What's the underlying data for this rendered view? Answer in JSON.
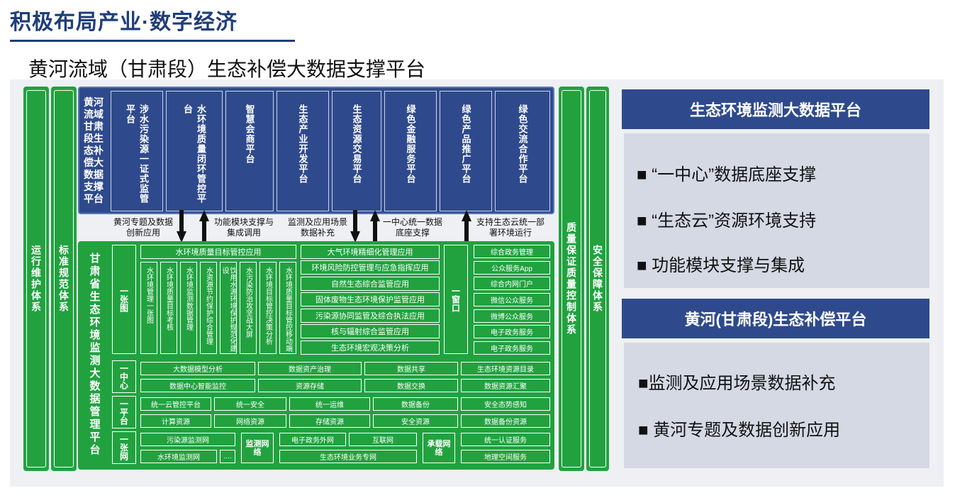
{
  "header": {
    "title": "积极布局产业·数字经济",
    "subtitle": "黄河流域（甘肃段）生态补偿大数据支撑平台"
  },
  "side_columns": {
    "left1": "运行维护体系",
    "left2": "标准规范体系",
    "right1": "质量保证质量控制体系",
    "right2": "安全保障体系"
  },
  "top_platform": {
    "label": "黄河流域甘肃段生态补偿大数据支撑平台",
    "cells": [
      "涉水污染源一证式监管平台",
      "水环境质量闭环管控平台",
      "智慧会商平台",
      "生态产业开发平台",
      "生态资源交易平台",
      "绿色金融服务平台",
      "绿色产品推广平台",
      "绿色交流合作平台"
    ]
  },
  "connectors": {
    "t1": "黄河专题及数据创新应用",
    "t2": "功能模块支撑与集成调用",
    "t3": "监测及应用场景数据补充",
    "t4": "一中心统一数据底座支撑",
    "t5": "支持生态云统一部署环境运行"
  },
  "bottom_platform": {
    "label": "甘肃省生态环境监测大数据管理平台",
    "one_map": "一张图",
    "one_center": "一中心",
    "one_platform": "一平台",
    "one_net": "一张网",
    "one_window": "一窗口",
    "water_header": "水环境质量目标管控应用",
    "water_cols": [
      "水环境管理一张图",
      "水环境质量目标考核",
      "水环境监测数据管理",
      "水资源节约保护综合管理",
      "饮用水源环境保护规范化建设",
      "水污染防治攻坚战大屏",
      "水环境目标管控决策分析",
      "水环境质量目标管控移动端"
    ],
    "apps": [
      "大气环境精细化管理应用",
      "环境风险防控管理与应急指挥应用",
      "自然生态综合监管应用",
      "固体废物生态环境保护监管应用",
      "污染源协同监管及综合执法应用",
      "核与辐射综合监管应用",
      "生态环境宏观决策分析"
    ],
    "window_items": [
      "综合政务管理",
      "公众服务App",
      "综合内网门户",
      "微信公众服务",
      "微博公众服务",
      "电子政务服务",
      "电子政务服务"
    ],
    "center_row1": [
      "大数据模型分析",
      "数据资产治理",
      "数据共享",
      "生态环境资源目录"
    ],
    "center_row2": [
      "数据中心智能监控",
      "资源存储",
      "数据交换",
      "数据资源汇聚"
    ],
    "platform_row1": [
      "统一云管控平台",
      "统一安全",
      "统一运维",
      "数据备份",
      "安全态势感知"
    ],
    "platform_row2": [
      "计算资源",
      "网络资源",
      "存储资源",
      "安全资源",
      "数据备份资源"
    ],
    "net_left": [
      "污染源监测网",
      "水环境监测网",
      "...."
    ],
    "net_monitor": "监测网络",
    "net_mid": [
      "电子政务外网",
      "互联网",
      "生态环境业务专网"
    ],
    "net_carrier": "承载网络",
    "net_right": [
      "统一认证服务",
      "地理空间服务"
    ]
  },
  "right_panel": {
    "head1": "生态环境监测大数据平台",
    "items1": [
      "■  “一中心”数据底座支撑",
      "■  “生态云”资源环境支持",
      "■ 功能模块支撑与集成"
    ],
    "head2": "黄河(甘肃段)生态补偿平台",
    "items2": [
      "■监测及应用场景数据补充",
      "■ 黄河专题及数据创新应用"
    ]
  }
}
